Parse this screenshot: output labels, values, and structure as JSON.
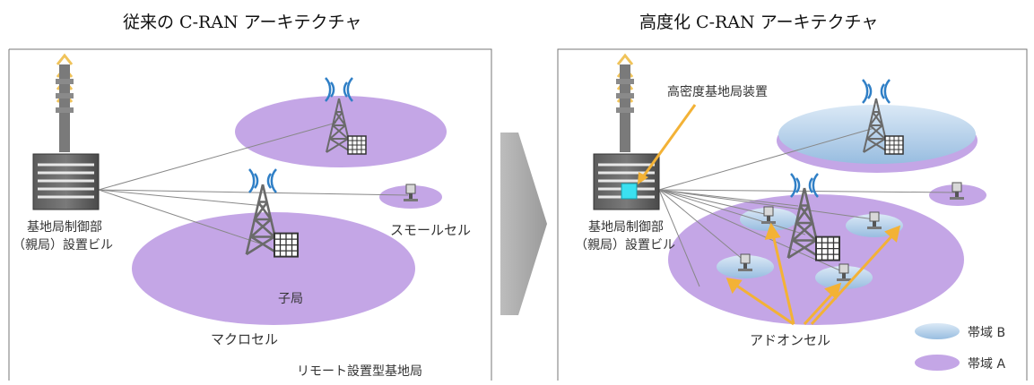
{
  "left": {
    "title": "従来の C-RAN アーキテクチャ",
    "building_label_line1": "基地局制御部",
    "building_label_line2": "（親局）設置ビル",
    "child_label": "子局",
    "macro_label": "マクロセル",
    "small_label": "スモールセル",
    "remote_label": "リモート設置型基地局"
  },
  "right": {
    "title": "高度化 C-RAN アーキテクチャ",
    "device_label": "高密度基地局装置",
    "building_label_line1": "基地局制御部",
    "building_label_line2": "（親局）設置ビル",
    "addon_label": "アドオンセル",
    "legend": [
      {
        "label": "帯域 B",
        "color": "#a9cbe8"
      },
      {
        "label": "帯域 A",
        "color": "#c4a6e6"
      }
    ]
  },
  "colors": {
    "band_a": "#c4a6e6",
    "band_b": "#a9cbe8",
    "arrow": "#f3b236",
    "chevron": "#a3a3a3",
    "signal": "#2f7fc6"
  }
}
